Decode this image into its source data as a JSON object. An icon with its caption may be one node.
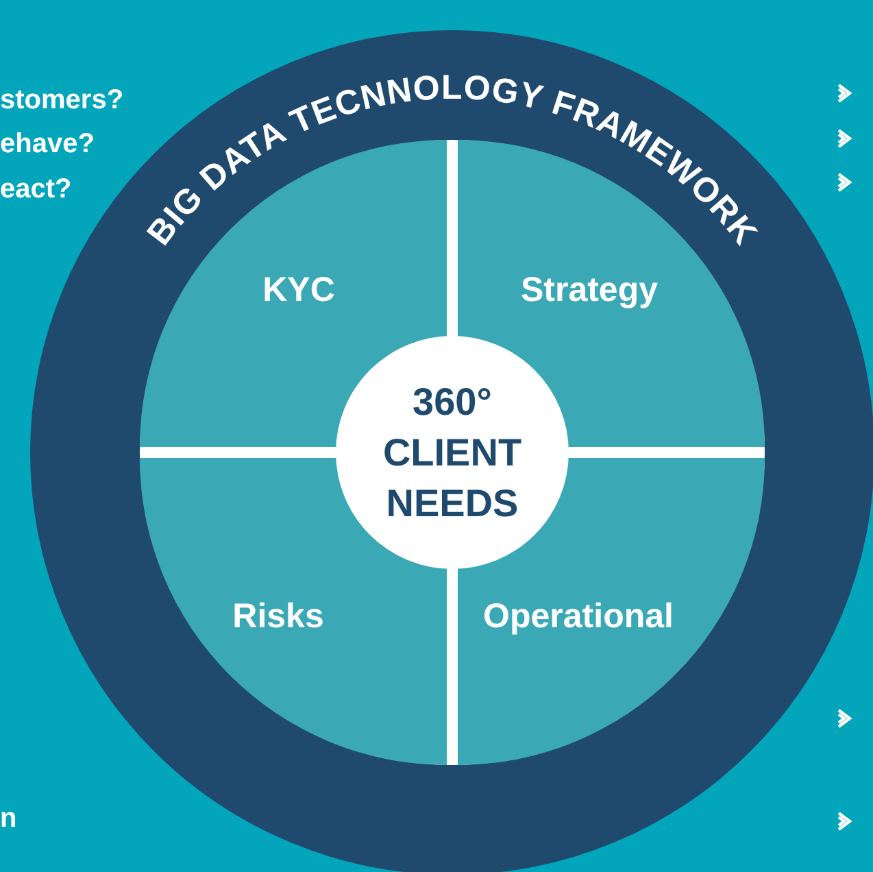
{
  "diagram": {
    "nodes": [
      {
        "text": [
          "BIG DATA TECNNOLOGY FRAMEWORK"
        ]
      },
      {
        "text": [
          "KYC"
        ],
        "in": 0
      },
      {
        "text": [
          "Strategy"
        ],
        "in": 0
      },
      {
        "text": [
          "Risks"
        ],
        "in": 0
      },
      {
        "text": [
          "Operational"
        ],
        "in": 0
      },
      {
        "text": [
          "360° CLIENT NEEDS"
        ],
        "in": 0
      }
    ],
    "edges": [],
    "labels": [
      "stomers?",
      "ehave?",
      "eact?",
      "n"
    ]
  }
}
